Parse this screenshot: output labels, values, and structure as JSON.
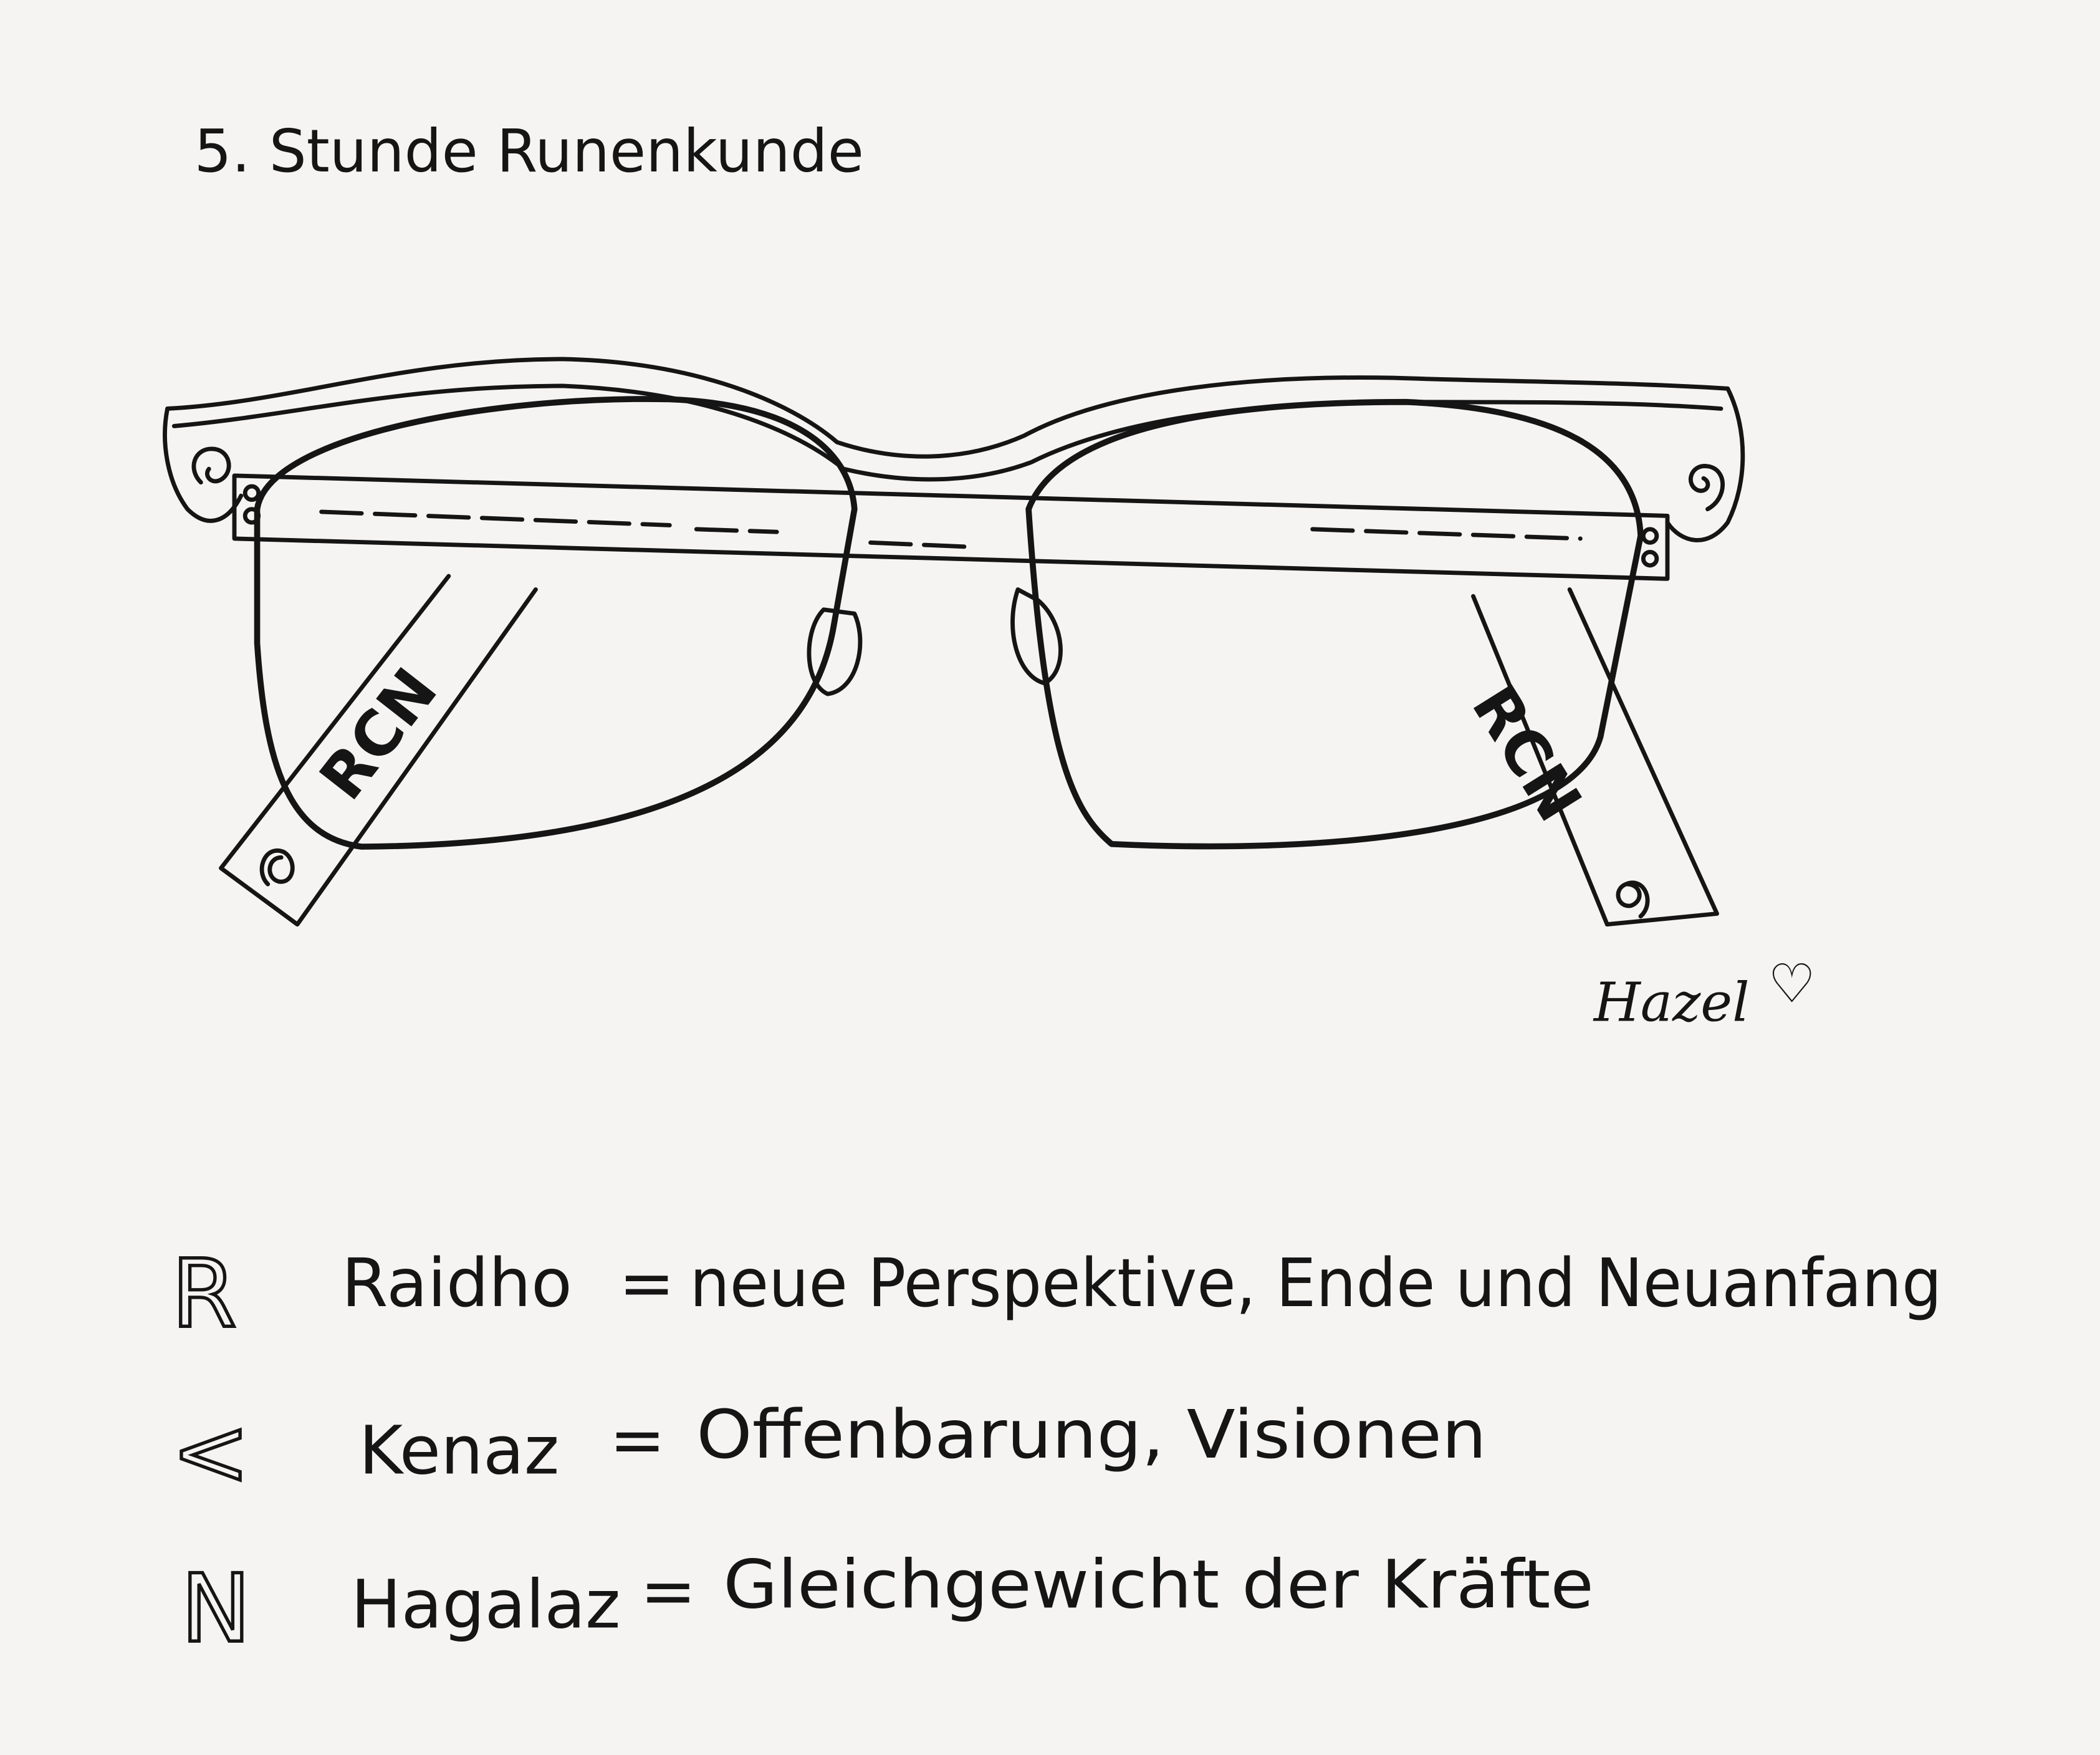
{
  "title": "5. Stunde Runenkunde",
  "temple_runes": "RCN",
  "signature": "Hazel",
  "signature_symbol": "♡",
  "legend": [
    {
      "rune": "R",
      "name": "Raidho",
      "equals": "=",
      "meaning": "neue Perspektive, Ende und Neuanfang"
    },
    {
      "rune": "<",
      "name": "Kenaz",
      "equals": "=",
      "meaning": "Offenbarung, Visionen"
    },
    {
      "rune": "N",
      "name": "Hagalaz",
      "equals": "=",
      "meaning": "Gleichgewicht der Kräfte"
    }
  ]
}
